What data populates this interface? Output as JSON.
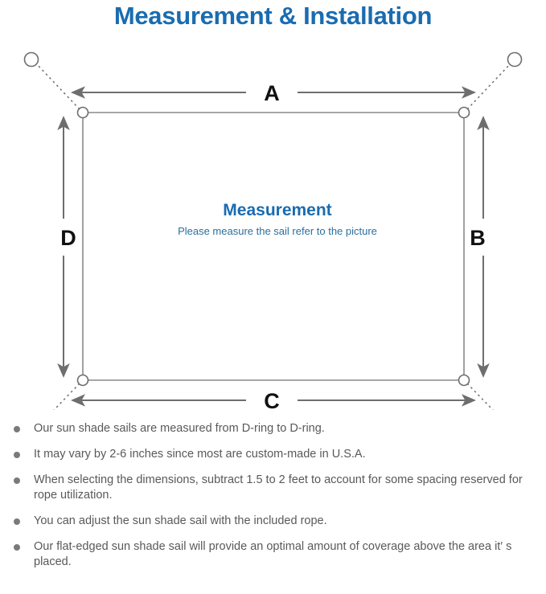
{
  "title": "Measurement & Installation",
  "diagram": {
    "center": {
      "heading": "Measurement",
      "subheading": "Please measure the sail refer to the picture"
    },
    "dimension_labels": {
      "top": "A",
      "right": "B",
      "bottom": "C",
      "left": "D"
    },
    "icon_names": {
      "anchor_point": "anchor-ring-icon",
      "d_ring": "d-ring-icon",
      "rope": "dotted-rope-line",
      "arrow": "double-headed-arrow"
    },
    "colors": {
      "title_blue": "#1a6cb0",
      "subtitle_blue": "#2a6f9e",
      "line_gray": "#6e6e6e",
      "sail_border": "#8a8a8a",
      "label_black": "#111111",
      "note_text": "#595959",
      "bullet_gray": "#7a7a7a"
    }
  },
  "notes": [
    "Our sun shade sails are measured from D-ring to D-ring.",
    "It may vary by 2-6 inches since most are custom-made in U.S.A.",
    "When selecting the dimensions, subtract 1.5 to 2 feet to account for some spacing reserved for rope utilization.",
    "You can adjust the sun shade sail with the included rope.",
    "Our flat-edged sun shade sail will provide an optimal amount of coverage above the area it′ s placed."
  ]
}
